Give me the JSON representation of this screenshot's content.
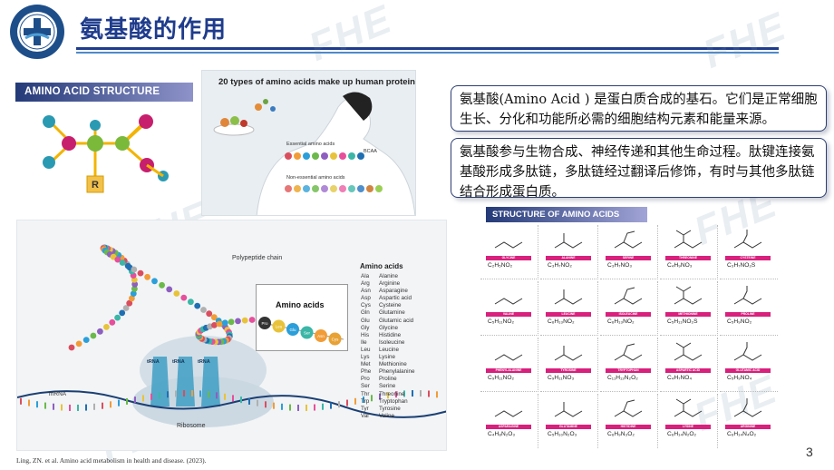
{
  "header": {
    "title": "氨基酸的作用"
  },
  "watermark": {
    "text": "FHE"
  },
  "structure_panel": {
    "label": "AMINO ACID STRUCTURE",
    "r_group": "R"
  },
  "infographic": {
    "title": "20 types of amino acids make up human protein",
    "essential": "Essential amino acids",
    "non_essential": "Non-essential amino acids",
    "bcaa": "BCAA"
  },
  "callouts": {
    "first": "氨基酸(Amino Acid ) 是蛋白质合成的基石。它们是正常细胞生长、分化和功能所必需的细胞结构元素和能量来源。",
    "second": "氨基酸参与生物合成、神经传递和其他生命过程。肽键连接氨基酸形成多肽链，多肽链经过翻译后修饰，有时与其他多肽链结合形成蛋白质。"
  },
  "peptide_panel": {
    "polypeptide_label": "Polypeptide chain",
    "inset_title": "Amino acids",
    "inset_beads": [
      "Pro",
      "Leu",
      "Glu",
      "Ser",
      "Asn",
      "Cys"
    ],
    "ribosome_label": "Ribosome",
    "mrna_label": "mRNA",
    "trna_label": "tRNA",
    "list_heading": "Amino acids",
    "amino_acids": [
      [
        "Ala",
        "Alanine"
      ],
      [
        "Arg",
        "Arginine"
      ],
      [
        "Asn",
        "Asparagine"
      ],
      [
        "Asp",
        "Aspartic acid"
      ],
      [
        "Cys",
        "Cysteine"
      ],
      [
        "Gln",
        "Glutamine"
      ],
      [
        "Glu",
        "Glutamic acid"
      ],
      [
        "Gly",
        "Glycine"
      ],
      [
        "His",
        "Histidine"
      ],
      [
        "Ile",
        "Isoleucine"
      ],
      [
        "Leu",
        "Leucine"
      ],
      [
        "Lys",
        "Lysine"
      ],
      [
        "Met",
        "Methionine"
      ],
      [
        "Phe",
        "Phenylalanine"
      ],
      [
        "Pro",
        "Proline"
      ],
      [
        "Ser",
        "Serine"
      ],
      [
        "Thr",
        "Threonine"
      ],
      [
        "Trp",
        "Tryptophan"
      ],
      [
        "Tyr",
        "Tyrosine"
      ],
      [
        "Val",
        "Valine"
      ]
    ]
  },
  "structures_panel": {
    "label": "STRUCTURE OF AMINO ACIDS",
    "cells": [
      {
        "name": "GLYCINE",
        "formula": "C₂H₅NO₂"
      },
      {
        "name": "ALANINE",
        "formula": "C₃H₇NO₂"
      },
      {
        "name": "SERINE",
        "formula": "C₃H₇NO₃"
      },
      {
        "name": "THREONINE",
        "formula": "C₄H₉NO₃"
      },
      {
        "name": "CYSTEINE",
        "formula": "C₃H₇NO₂S"
      },
      {
        "name": "VALINE",
        "formula": "C₅H₁₁NO₂"
      },
      {
        "name": "LEUCINE",
        "formula": "C₆H₁₃NO₂"
      },
      {
        "name": "ISOLEUCINE",
        "formula": "C₆H₁₃NO₂"
      },
      {
        "name": "METHIONINE",
        "formula": "C₅H₁₁NO₂S"
      },
      {
        "name": "PROLINE",
        "formula": "C₅H₉NO₂"
      },
      {
        "name": "PHENYLALANINE",
        "formula": "C₉H₁₁NO₂"
      },
      {
        "name": "TYROSINE",
        "formula": "C₉H₁₁NO₃"
      },
      {
        "name": "TRYPTOPHAN",
        "formula": "C₁₁H₁₂N₂O₂"
      },
      {
        "name": "ASPARTIC ACID",
        "formula": "C₄H₇NO₄"
      },
      {
        "name": "GLUTAMIC ACID",
        "formula": "C₅H₉NO₄"
      },
      {
        "name": "ASPARAGINE",
        "formula": "C₄H₈N₂O₃"
      },
      {
        "name": "GLUTAMINE",
        "formula": "C₅H₁₀N₂O₃"
      },
      {
        "name": "HISTIDINE",
        "formula": "C₆H₉N₃O₂"
      },
      {
        "name": "LYSINE",
        "formula": "C₆H₁₄N₂O₂"
      },
      {
        "name": "ARGININE",
        "formula": "C₆H₁₄N₄O₂"
      }
    ]
  },
  "footer": {
    "citation": "Ling, ZN. et al. Amino acid metabolism in health and disease. (2023).",
    "page_number": "3"
  },
  "colors": {
    "title_blue": "#1f3c8c",
    "label_magenta": "#d8207d",
    "atom_teal": "#2a9ab2",
    "atom_magenta": "#c71f6d",
    "atom_green": "#7ab93a",
    "atom_orange": "#e8a234"
  }
}
